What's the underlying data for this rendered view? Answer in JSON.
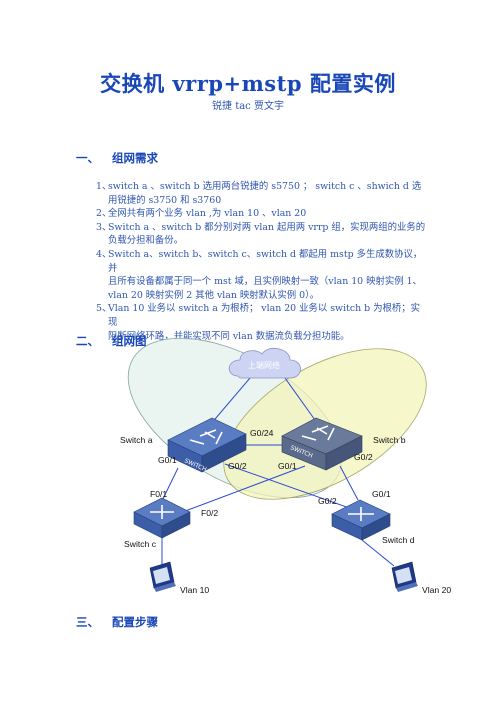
{
  "document": {
    "title": "交换机  vrrp+mstp 配置实例",
    "subtitle": "锐捷 tac 贾文宇"
  },
  "sections": [
    {
      "number": "一、",
      "title": "组网需求"
    },
    {
      "number": "二、",
      "title": "组网图"
    },
    {
      "number": "三、",
      "title": "配置步骤"
    }
  ],
  "requirements": [
    {
      "num": "1、",
      "lines": [
        "switch a 、switch b 选用两台锐捷的 s5750 ； switch c 、shwich d 选",
        "用锐捷的 s3750 和 s3760"
      ]
    },
    {
      "num": "2、",
      "lines": [
        "全网共有两个业务 vlan ,为 vlan 10 、vlan 20"
      ]
    },
    {
      "num": "3、",
      "lines": [
        "Switch a 、switch b 都分别对两 vlan 起用两 vrrp 组，实现两组的业务的",
        "负载分担和备份。"
      ]
    },
    {
      "num": "4、",
      "lines": [
        "Switch a、switch b、switch c、switch d 都起用 mstp 多生成数协议，并",
        "且所有设备都属于同一个 mst 域，且实例映射一致（vlan 10 映射实例 1、",
        "vlan 20 映射实例 2 其他 vlan 映射默认实例 0）。"
      ]
    },
    {
      "num": "5、",
      "lines": [
        "Vlan 10 业务以 switch a 为根桥；  vlan 20 业务以 switch b 为根桥；实现",
        "阻断网络环路，并能实现不同 vlan 数据流负载分担功能。"
      ]
    }
  ],
  "diagram": {
    "cloud_label": "上端网络",
    "switches": [
      {
        "name": "Switch a",
        "chassis_label": "SWITCH"
      },
      {
        "name": "Switch b",
        "chassis_label": "SWITCH"
      },
      {
        "name": "Switch c"
      },
      {
        "name": "Switch d"
      }
    ],
    "ports": {
      "a_g024": "G0/24",
      "a_g01": "G0/1",
      "a_g02": "G0/2",
      "b_g01": "G0/1",
      "b_g02": "G0/2",
      "c_f01": "F0/1",
      "c_f02": "F0/2",
      "d_g02": "G0/2",
      "d_g01": "G0/1"
    },
    "hosts": [
      {
        "label": "Vlan 10"
      },
      {
        "label": "Vlan 20"
      }
    ],
    "colors": {
      "vlan10_zone": "#e6f2ee",
      "vlan20_zone": "#f4f4b8",
      "switch_blue": "#3c5ea8",
      "link_blue": "#2c49d6"
    }
  }
}
